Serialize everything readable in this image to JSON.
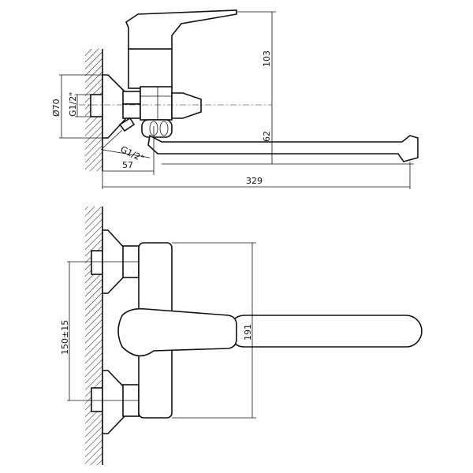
{
  "title": "Wall-mounted mixer tap with long spout - dimension drawing",
  "dimensions": {
    "handle_height": "103",
    "spout_height": "62",
    "flange_diameter": "Ø70",
    "thread_top": "G1/2\"",
    "thread_bottom": "G1/2\"",
    "wall_to_inlet": "57",
    "total_length": "329",
    "inlet_spacing": "150±15",
    "body_height": "191"
  }
}
